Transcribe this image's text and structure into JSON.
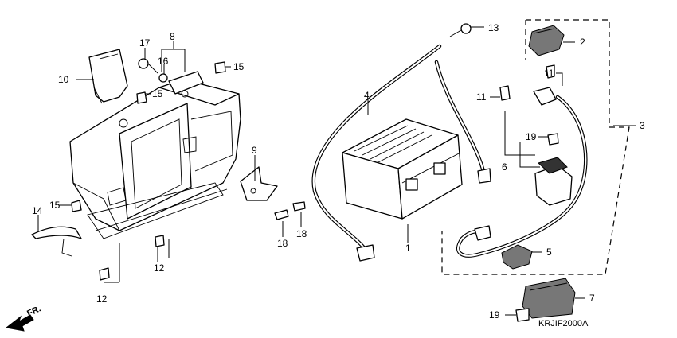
{
  "diagram": {
    "code": "KRJIF2000A",
    "direction_label": "FR.",
    "callouts": [
      {
        "id": "c1",
        "label": "1"
      },
      {
        "id": "c2",
        "label": "2"
      },
      {
        "id": "c3",
        "label": "3"
      },
      {
        "id": "c4",
        "label": "4"
      },
      {
        "id": "c5",
        "label": "5"
      },
      {
        "id": "c6",
        "label": "6"
      },
      {
        "id": "c7",
        "label": "7"
      },
      {
        "id": "c8",
        "label": "8"
      },
      {
        "id": "c9",
        "label": "9"
      },
      {
        "id": "c10",
        "label": "10"
      },
      {
        "id": "c11a",
        "label": "11"
      },
      {
        "id": "c11b",
        "label": "11"
      },
      {
        "id": "c12a",
        "label": "12"
      },
      {
        "id": "c12b",
        "label": "12"
      },
      {
        "id": "c13",
        "label": "13"
      },
      {
        "id": "c14",
        "label": "14"
      },
      {
        "id": "c15a",
        "label": "15"
      },
      {
        "id": "c15b",
        "label": "15"
      },
      {
        "id": "c15c",
        "label": "15"
      },
      {
        "id": "c16",
        "label": "16"
      },
      {
        "id": "c17",
        "label": "17"
      },
      {
        "id": "c18a",
        "label": "18"
      },
      {
        "id": "c18b",
        "label": "18"
      },
      {
        "id": "c19a",
        "label": "19"
      },
      {
        "id": "c19b",
        "label": "19"
      }
    ]
  }
}
